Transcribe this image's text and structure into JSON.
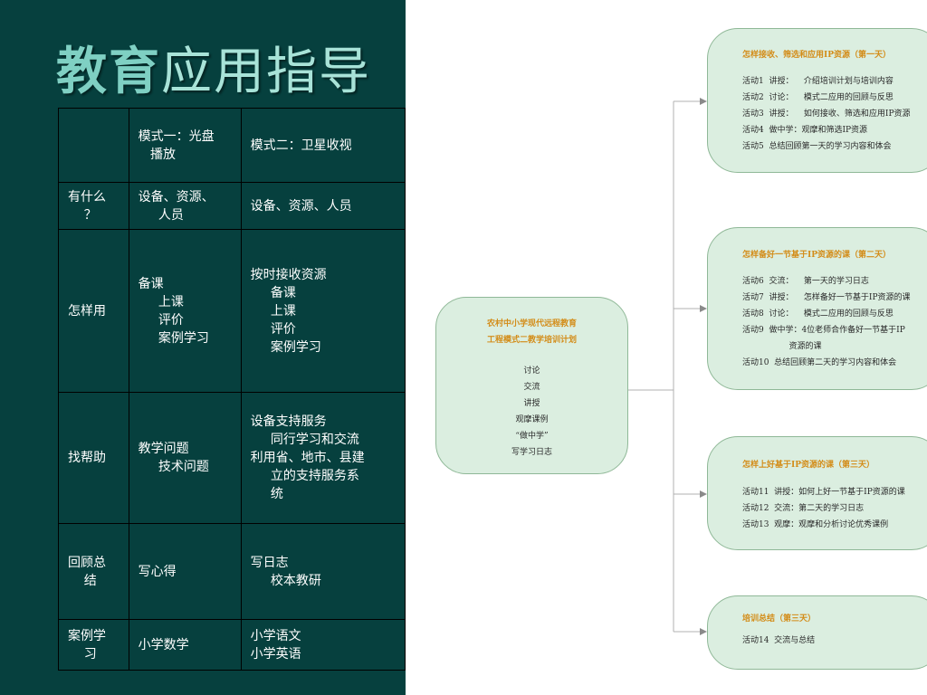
{
  "title": {
    "part1": "教育",
    "part2": "应用指导"
  },
  "table": {
    "header": [
      "",
      "模式一：光盘\n   播放",
      "模式二：卫星收视"
    ],
    "rows": [
      [
        "有什么\n    ？",
        "设备、资源、\n     人员",
        "设备、资源、人员"
      ],
      [
        "怎样用",
        "备课\n     上课\n     评价\n     案例学习",
        "按时接收资源\n     备课\n     上课\n     评价\n     案例学习"
      ],
      [
        "找帮助",
        "教学问题\n     技术问题",
        "设备支持服务\n     同行学习和交流\n利用省、地市、县建\n     立的支持服务系\n     统"
      ],
      [
        "回顾总\n    结",
        "写心得",
        "写日志\n     校本教研"
      ],
      [
        "案例学\n    习",
        "小学数学",
        "小学语文\n小学英语"
      ]
    ]
  },
  "mindmap": {
    "center": {
      "title": "农村中小学现代远程教育\n工程模式二教学培训计划",
      "items": [
        "讨论",
        "交流",
        "讲授",
        "观摩课例",
        "“做中学”",
        "写学习日志"
      ]
    },
    "branches": [
      {
        "title": "怎样接收、筛选和应用IP资源（第一天）",
        "activities": "活动1  讲授：    介绍培训计划与培训内容\n活动2  讨论：    模式二应用的回顾与反思\n活动3  讲授：    如何接收、筛选和应用IP资源\n活动4  做中学：观摩和筛选IP资源\n活动5  总结回顾第一天的学习内容和体会"
      },
      {
        "title": "怎样备好一节基于IP资源的课（第二天）",
        "activities": "活动6  交流：    第一天的学习日志\n活动7  讲授：    怎样备好一节基于IP资源的课\n活动8  讨论：    模式二应用的回顾与反思\n活动9  做中学：4位老师合作备好一节基于IP\n                  资源的课\n活动10  总结回顾第二天的学习内容和体会"
      },
      {
        "title": "怎样上好基于IP资源的课（第三天）",
        "activities": "活动11  讲授：如何上好一节基于IP资源的课\n活动12  交流：第二天的学习日志\n活动13  观摩：观摩和分析讨论优秀课例"
      },
      {
        "title": "培训总结（第三天）",
        "activities": "活动14  交流与总结"
      }
    ]
  },
  "colors": {
    "background": "#06403e",
    "title_accent": "#7fd0c3",
    "node_fill": "#dbeee0",
    "node_title": "#d38c18"
  }
}
